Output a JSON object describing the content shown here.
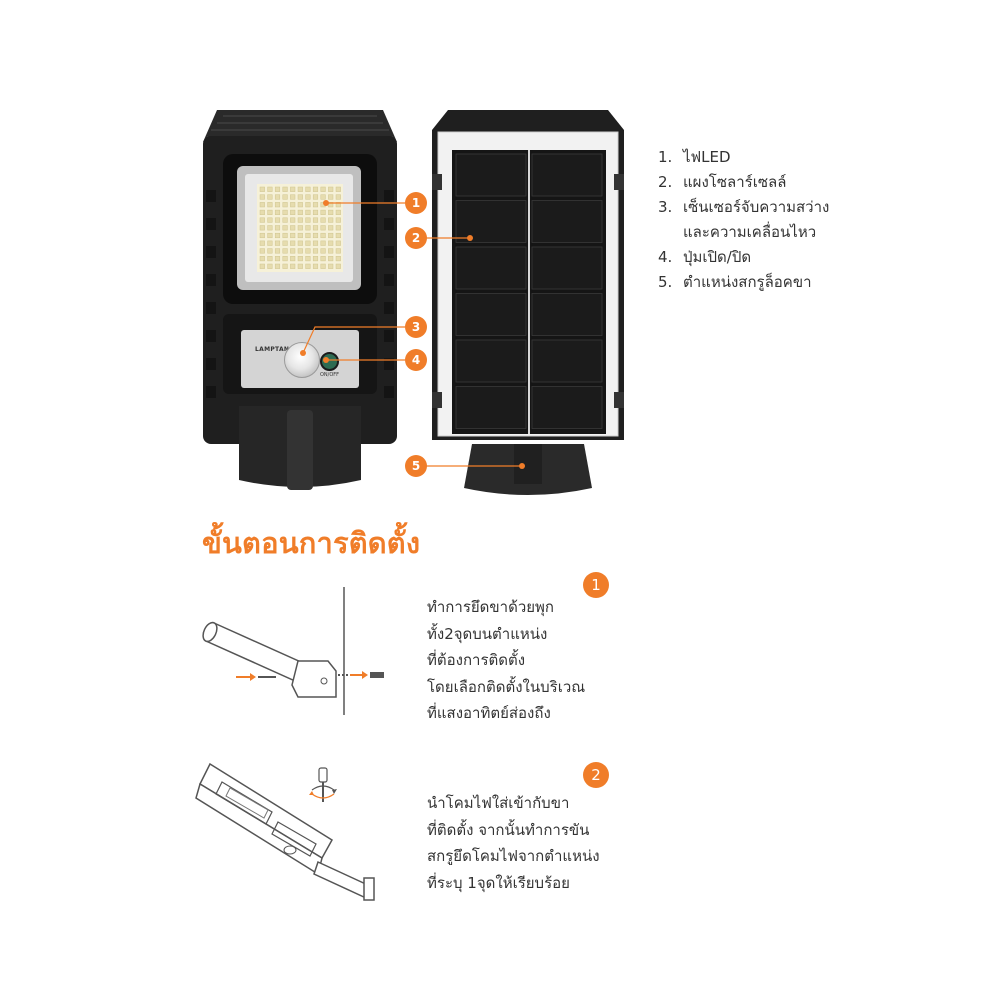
{
  "product": {
    "brand_label": "LAMPTAN",
    "switch_label": "ON/OFF",
    "callouts": [
      "1",
      "2",
      "3",
      "4",
      "5"
    ]
  },
  "legend": [
    {
      "num": "1.",
      "lines": [
        "ไฟLED"
      ]
    },
    {
      "num": "2.",
      "lines": [
        "แผงโซลาร์เซลล์"
      ]
    },
    {
      "num": "3.",
      "lines": [
        "เซ็นเซอร์จับความสว่าง",
        "และความเคลื่อนไหว"
      ]
    },
    {
      "num": "4.",
      "lines": [
        "ปุ่มเปิด/ปิด"
      ]
    },
    {
      "num": "5.",
      "lines": [
        "ตำแหน่งสกรูล็อคขา"
      ]
    }
  ],
  "install": {
    "title": "ขั้นตอนการติดตั้ง",
    "steps": [
      {
        "num": "1",
        "lines": [
          "ทำการยึดขาด้วยพุก",
          "ทั้ง2จุดบนตำแหน่ง",
          "ที่ต้องการติดตั้ง",
          "โดยเลือกติดตั้งในบริเวณ",
          "ที่แสงอาทิตย์ส่องถึง"
        ]
      },
      {
        "num": "2",
        "lines": [
          "นำโคมไฟใส่เข้ากับขา",
          "ที่ติดตั้ง จากนั้นทำการขัน",
          "สกรูยึดโคมไฟจากตำแหน่ง",
          "ที่ระบุ 1จุดให้เรียบร้อย"
        ]
      }
    ]
  },
  "colors": {
    "accent": "#f07d29",
    "body": "#1e1e1e"
  }
}
